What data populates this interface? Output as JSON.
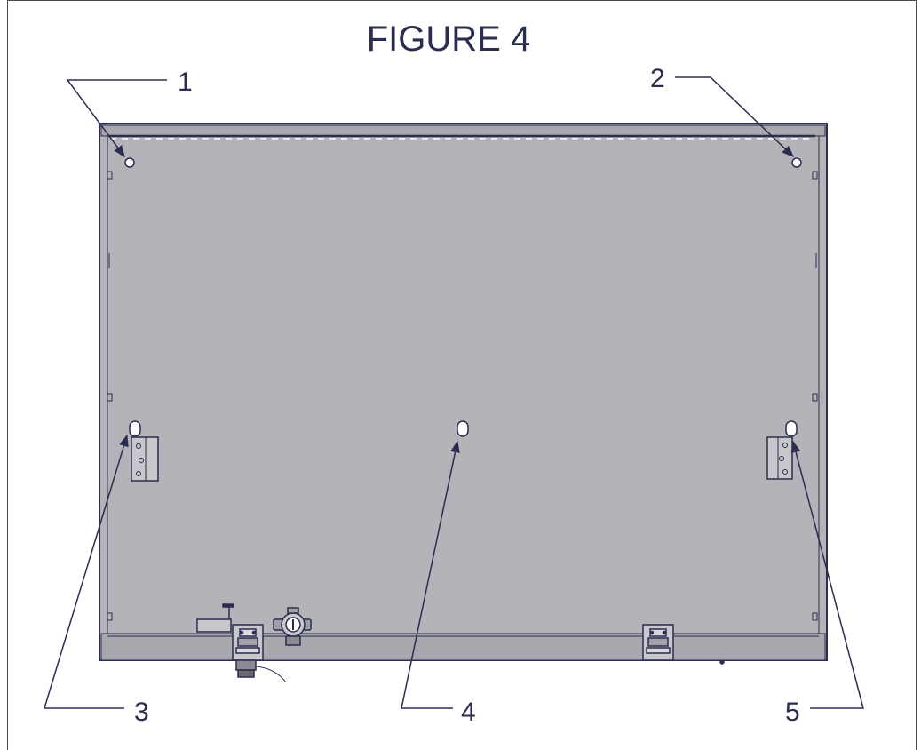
{
  "figure": {
    "title": "FIGURE 4",
    "callouts": [
      {
        "number": "1",
        "target": "top-left mounting hole"
      },
      {
        "number": "2",
        "target": "top-right mounting hole"
      },
      {
        "number": "3",
        "target": "lower-left keyhole slot"
      },
      {
        "number": "4",
        "target": "lower-center keyhole slot"
      },
      {
        "number": "5",
        "target": "lower-right keyhole slot"
      }
    ]
  },
  "colors": {
    "panel_fill": "#b4b3b8",
    "outline": "#2b2d4e",
    "frame": "#4a4a4a"
  }
}
